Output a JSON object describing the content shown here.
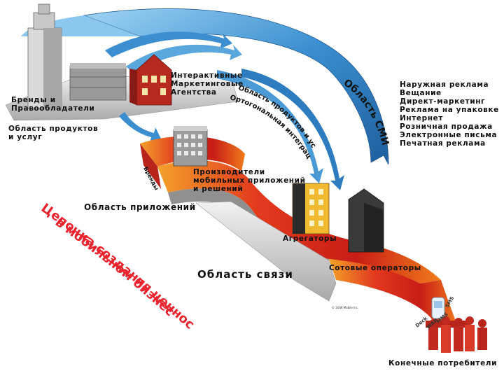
{
  "labels": {
    "brands": "Бренды и\nПравообладатели",
    "products_area": "Область продуктов\nи услуг",
    "agencies": "Интерактивные\nМаркетинговые\nАгентства",
    "media_area": "Область СМИ",
    "integration": "Область продуктов и услуг",
    "integration2": "Ортогональная интеграция",
    "developers": "Производители\nмобильных приложений\nи решений",
    "apps_area": "Область приложений",
    "aggregators": "Агрегаторы",
    "comm_area": "Область связи",
    "operators": "Сотовые операторы",
    "consumers": "Конечные потребители",
    "value_chain_1": "Цепочка создания ценности",
    "value_chain_2": "в мобильном бизнесе",
    "copyright": "© 2006 Mobile Inc.",
    "band_word": "Бренды",
    "channels": [
      "Deck",
      "WAP",
      "MMS",
      "SMS"
    ]
  },
  "media_channels": [
    "Наружная реклама",
    "Вещание",
    "Директ-маркетинг",
    "Реклама на упаковке",
    "Интернет",
    "Розничная продажа",
    "Электронные письма",
    "Печатная реклама"
  ],
  "colors": {
    "arrow_blue": "#2f7fbf",
    "band_red": "#d8281c",
    "band_orange": "#f08a1e",
    "value_chain_red": "#e8232d",
    "building_dark": "#333333"
  }
}
